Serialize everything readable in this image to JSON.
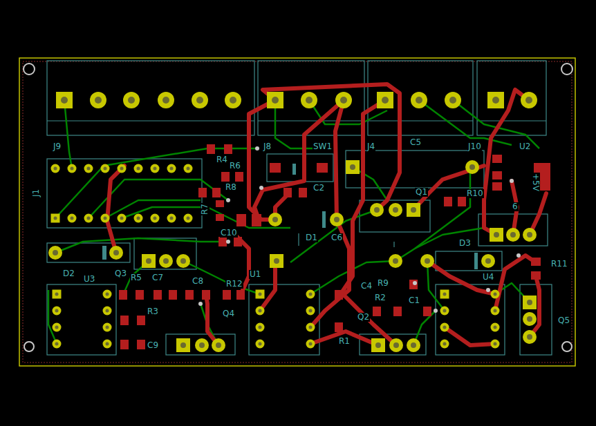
{
  "diagram": {
    "labels": [
      "J9",
      "J1",
      "J8",
      "SW1",
      "J4",
      "C5",
      "J10",
      "U2",
      "R4",
      "R6",
      "R8",
      "R7",
      "C2",
      "C10",
      "Q1",
      "R10",
      "6",
      "D1",
      "C6",
      "D3",
      "D2",
      "Q3",
      "U3",
      "R5",
      "C7",
      "C8",
      "R12",
      "U1",
      "C4",
      "R9",
      "R2",
      "C1",
      "U4",
      "R11",
      "Q5",
      "R3",
      "C9",
      "Q4",
      "Q2",
      "R1",
      "+5V"
    ]
  }
}
